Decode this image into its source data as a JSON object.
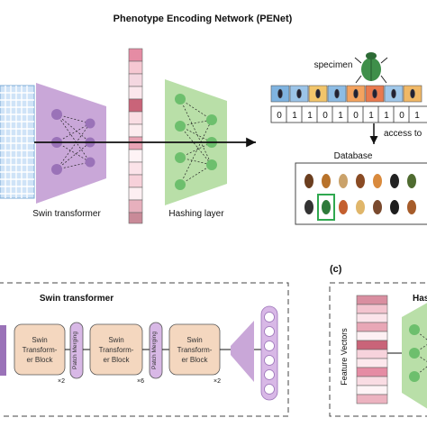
{
  "top": {
    "title": "Phenotype Encoding Network (PENet)",
    "swin_label": "Swin transformer",
    "hashing_label": "Hashing layer",
    "specimen_label": "specimen",
    "hash_bits": [
      "0",
      "1",
      "1",
      "0",
      "1",
      "0",
      "1",
      "1",
      "0",
      "1"
    ],
    "access_label": "access to",
    "database_label": "Database"
  },
  "bottom_left": {
    "title": "Swin transformer",
    "block_label_line1": "Swin",
    "block_label_line2": "Transform-",
    "block_label_line3": "er Block",
    "patch_merging": "Patch Merging",
    "multipliers": [
      "×2",
      "×6",
      "×2"
    ]
  },
  "bottom_right": {
    "panel_tag": "(c)",
    "title_partial": "Has",
    "feature_vectors_label": "Feature Vectors"
  },
  "colors": {
    "swin_purple": "#c9a7d8",
    "hash_green": "#b9dfa8",
    "node_green": "#6dbf6d",
    "node_purple": "#9a72b8",
    "block_fill": "#f4d7bf",
    "merge_fill": "#d8b8e6",
    "bar_pink": "#e8a0b0",
    "highlight_green": "#2fa84f"
  }
}
